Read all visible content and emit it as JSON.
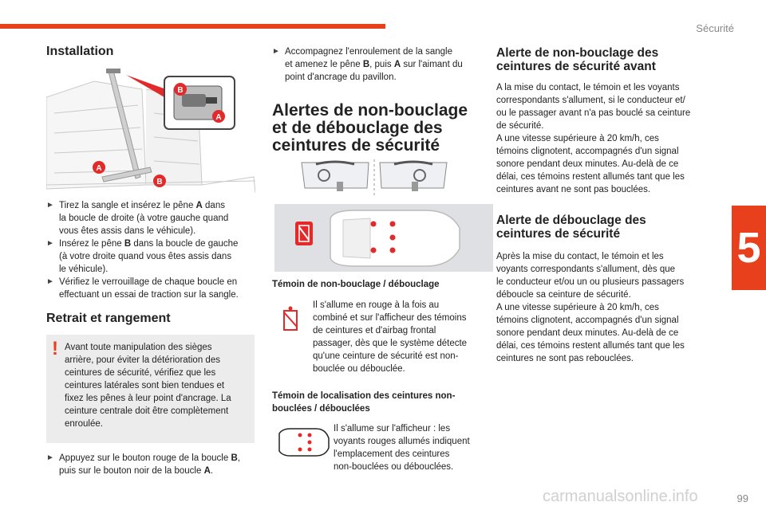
{
  "header": {
    "section": "Sécurité",
    "chapter": "5",
    "page": "99"
  },
  "installation": {
    "title": "Installation",
    "labels": [
      "A",
      "B",
      "A",
      "B"
    ],
    "bullets": [
      [
        "Tirez la sangle et insérez le pêne ",
        "A",
        " dans",
        "la boucle de droite (à votre gauche quand",
        "vous êtes assis dans le véhicule)."
      ],
      [
        "Insérez le pêne ",
        "B",
        " dans la boucle de gauche",
        "(à votre droite quand vous êtes assis dans",
        "le véhicule)."
      ],
      [
        "Vérifiez le verrouillage de chaque boucle en",
        "effectuant un essai de traction sur la sangle."
      ]
    ]
  },
  "retrait": {
    "title": "Retrait et rangement",
    "warning_lines": [
      "Avant toute manipulation des sièges",
      "arrière, pour éviter la détérioration des",
      "ceintures de sécurité, vérifiez que les",
      "ceintures latérales sont bien tendues et",
      "fixez les pênes à leur point d'ancrage. La",
      "ceinture centrale doit être complètement",
      "enroulée."
    ],
    "bullet": [
      "Appuyez sur le bouton rouge de la boucle ",
      "B",
      ",",
      "puis sur le bouton noir de la boucle ",
      "A",
      "."
    ]
  },
  "col2": {
    "bullet": [
      "Accompagnez l'enroulement de la sangle",
      "et amenez le pêne ",
      "B",
      ", puis ",
      "A",
      " sur l'aimant du",
      "point d'ancrage du pavillon."
    ],
    "title_lines": [
      "Alertes de non-bouclage",
      "et de débouclage des",
      "ceintures de sécurité"
    ],
    "temoin1_title": "Témoin de non-bouclage / débouclage",
    "temoin1_lines": [
      "Il s'allume en rouge à la fois au",
      "combiné et sur l'afficheur des témoins",
      "de ceintures et d'airbag frontal",
      "passager, dès que le système détecte",
      "qu'une ceinture de sécurité est non-",
      "bouclée ou débouclée."
    ],
    "temoin2_title_lines": [
      "Témoin de localisation des ceintures non-",
      "bouclées / débouclées"
    ],
    "temoin2_lines": [
      "Il s'allume sur l'afficheur : les",
      "voyants rouges allumés indiquent",
      "l'emplacement des ceintures",
      "non-bouclées ou débouclées."
    ]
  },
  "col3": {
    "avant_title_lines": [
      "Alerte de non-bouclage des",
      "ceintures de sécurité avant"
    ],
    "avant_lines": [
      "A la mise du contact, le témoin et les voyants",
      "correspondants s'allument, si le conducteur et/",
      "ou le passager avant n'a pas bouclé sa ceinture",
      "de sécurité.",
      "A une vitesse supérieure à 20 km/h, ces",
      "témoins clignotent, accompagnés d'un signal",
      "sonore pendant deux minutes. Au-delà de ce",
      "délai, ces témoins restent allumés tant que les",
      "ceintures avant ne sont pas bouclées."
    ],
    "deb_title_lines": [
      "Alerte de débouclage des",
      "ceintures de sécurité"
    ],
    "deb_lines": [
      "Après la mise du contact, le témoin et les",
      "voyants correspondants s'allument, dès que",
      "le conducteur et/ou un ou plusieurs passagers",
      "déboucle sa ceinture de sécurité.",
      "A une vitesse supérieure à 20 km/h, ces",
      "témoins clignotent, accompagnés d'un signal",
      "sonore pendant deux minutes. Au-delà de ce",
      "délai, ces témoins restent allumés tant que les",
      "ceintures ne sont pas rebouclées."
    ]
  },
  "colors": {
    "accent": "#e8401c",
    "alert_red": "#e22a2a",
    "panel": "#dfe0e3",
    "warning_bg": "#ececec"
  },
  "footer": {
    "watermark": "carmanualsonline.info"
  }
}
